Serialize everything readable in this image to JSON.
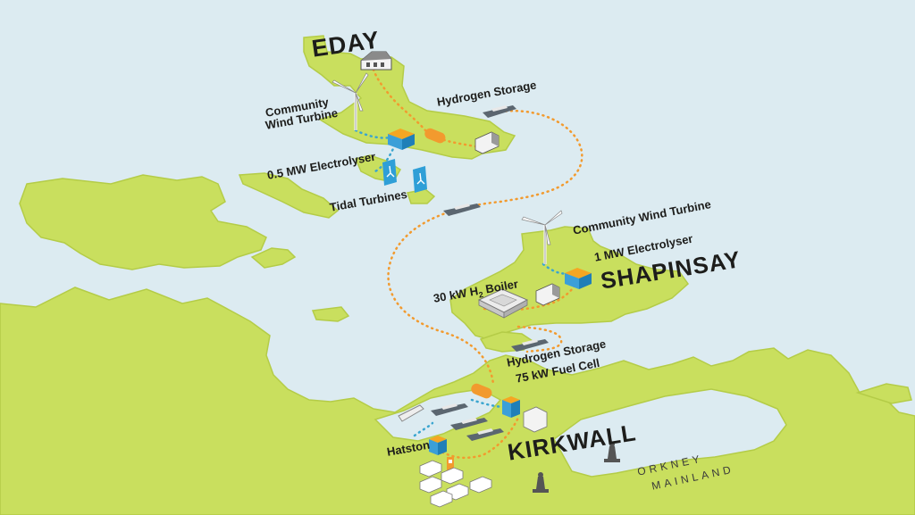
{
  "places": {
    "eday": "EDAY",
    "shapinsay": "SHAPINSAY",
    "kirkwall": "KIRKWALL",
    "hatston": "Hatston",
    "orkney_mainland_line1": "ORKNEY",
    "orkney_mainland_line2": "MAINLAND"
  },
  "facilities": {
    "eday_turbine_line1": "Community",
    "eday_turbine_line2": "Wind Turbine",
    "eday_storage": "Hydrogen Storage",
    "eday_electrolyser": "0.5 MW Electrolyser",
    "tidal_turbines": "Tidal Turbines",
    "shapinsay_turbine": "Community Wind Turbine",
    "shapinsay_electrolyser": "1 MW Electrolyser",
    "boiler_prefix": "30 kW H",
    "boiler_sub": "2",
    "boiler_suffix": " Boiler",
    "kirkwall_storage": "Hydrogen Storage",
    "fuel_cell": "75 kW Fuel Cell"
  },
  "colors": {
    "sea": "#dcebf1",
    "land": "#c9df5e",
    "land_edge": "#b4cc47",
    "route": "#f29a2e",
    "cable": "#3aa5cf",
    "electrolyser_top": "#f5a623",
    "electrolyser_side": "#3b9fd8",
    "tidal_blue": "#2f9fd7"
  },
  "icons": [
    "wind-turbine-icon",
    "tidal-turbine-icon",
    "ferry-icon",
    "truck-icon",
    "van-icon",
    "electrolyser-icon",
    "storage-tank-icon",
    "fuel-cell-icon",
    "boiler-building-icon",
    "lighthouse-icon",
    "house-icon"
  ]
}
